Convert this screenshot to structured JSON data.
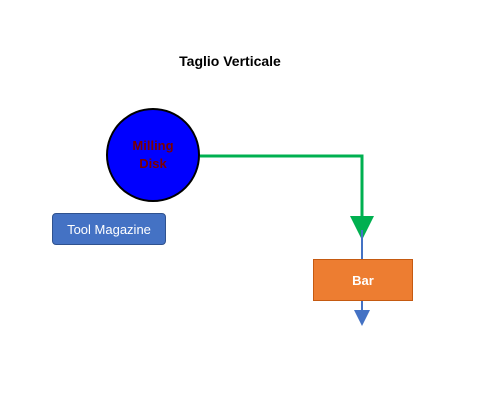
{
  "diagram": {
    "title": "Taglio Verticale",
    "nodes": {
      "milling_disk": {
        "label": "Milling Disk",
        "fill": "#0000ff",
        "text_color": "#7a0000"
      },
      "tool_magazine": {
        "label": "Tool Magazine",
        "fill": "#4472c4"
      },
      "bar": {
        "label": "Bar",
        "fill": "#ed7d31"
      }
    },
    "edges": [
      {
        "from": "milling_disk",
        "to": "bar",
        "color": "#00b050"
      },
      {
        "from": "bar",
        "to": "below",
        "color": "#4472c4"
      }
    ]
  }
}
